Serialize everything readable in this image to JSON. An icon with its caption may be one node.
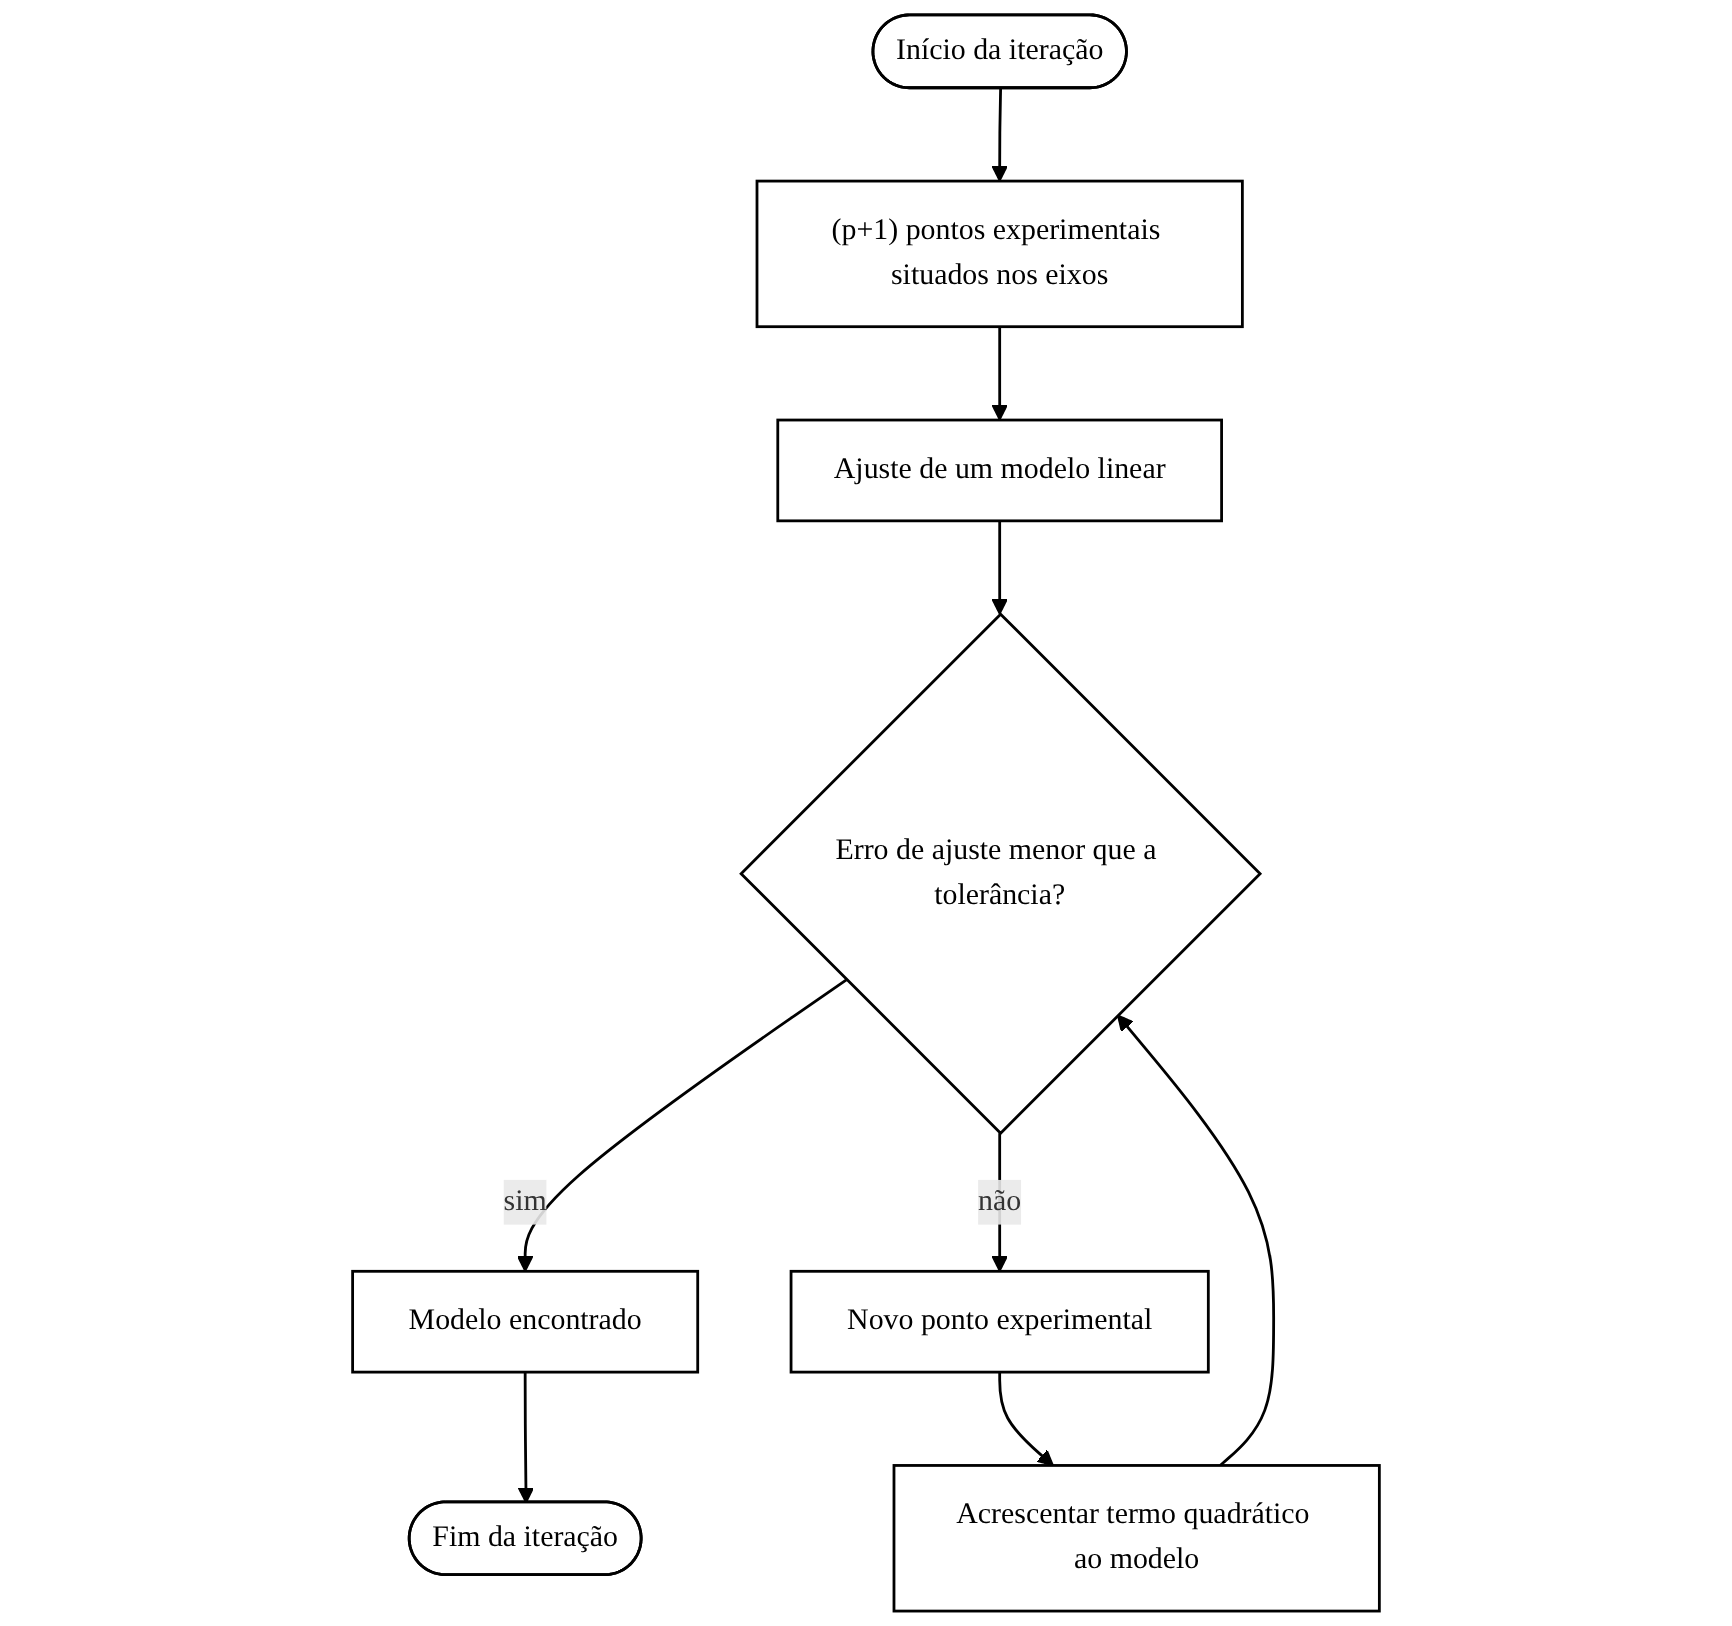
{
  "diagram": {
    "nodes": [
      {
        "text": [
          "Início da iteração"
        ]
      },
      {
        "text": [
          "(p+1) pontos experimentais situados nos eixos"
        ]
      },
      {
        "text": [
          "Ajuste de um modelo linear"
        ]
      },
      {
        "text": [
          "Erro de ajuste menor que a tolerância?"
        ]
      },
      {
        "text": [
          "Novo ponto experimental"
        ]
      },
      {
        "text": [
          "Acrescentar termo quadrático ao modelo"
        ]
      },
      {
        "text": [
          "Modelo encontrado"
        ]
      },
      {
        "text": [
          "Fim da iteração"
        ]
      }
    ],
    "edges": [
      {
        "from": 0,
        "to": 1,
        "arrow": "to"
      },
      {
        "from": 1,
        "to": 2,
        "arrow": "to"
      },
      {
        "from": 2,
        "to": 3,
        "arrow": "to"
      },
      {
        "from": 3,
        "to": 6,
        "arrow": "to",
        "label": "sim"
      },
      {
        "from": 3,
        "to": 4,
        "arrow": "to",
        "label": "não"
      },
      {
        "from": 4,
        "to": 5,
        "arrow": "to"
      },
      {
        "from": 5,
        "to": 3,
        "arrow": "to"
      },
      {
        "from": 6,
        "to": 7,
        "arrow": "to"
      }
    ]
  }
}
